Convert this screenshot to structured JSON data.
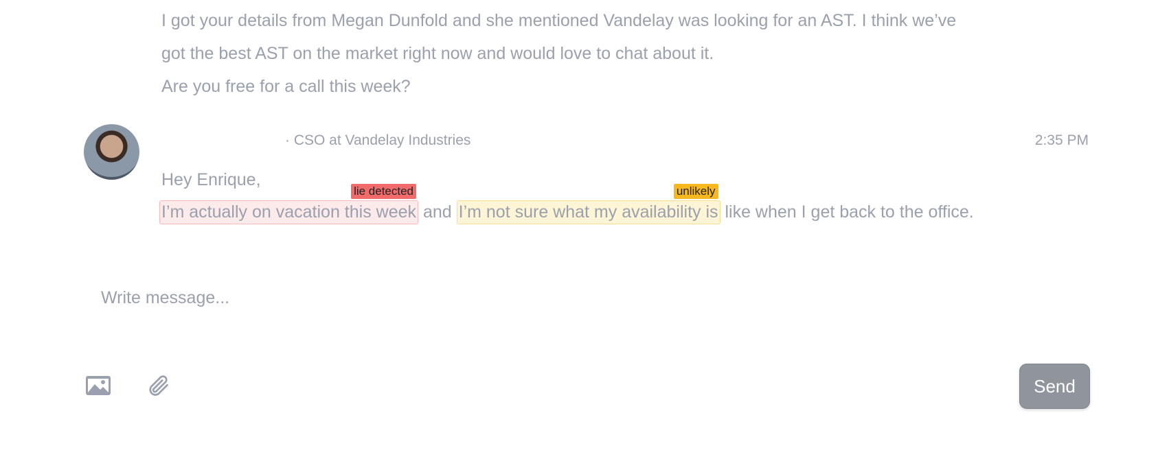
{
  "previous_message": {
    "lines": [
      "I got your details from Megan Dunfold and she mentioned Vandelay was looking for an AST. I think we’ve",
      "got the best AST on the market right now and would love to chat about it.",
      "Are you free for a call this week?"
    ]
  },
  "reply": {
    "sender_role": "· CSO at Vandelay Industries",
    "time": "2:35 PM",
    "greeting": "Hey Enrique,",
    "segments": {
      "highlight1": "I’m actually on vacation this week",
      "highlight1_tag": "lie detected",
      "middle": " and ",
      "highlight2": "I’m not sure what my availability is",
      "highlight2_tag": "unlikely",
      "end": " like when I get back to the office."
    }
  },
  "composer": {
    "placeholder": "Write message...",
    "image_icon": "image-icon",
    "attach_icon": "paperclip-icon",
    "send_label": "Send"
  },
  "colors": {
    "lie": "#f26b6b",
    "unlikely": "#f6b81c",
    "send": "#90959c"
  }
}
